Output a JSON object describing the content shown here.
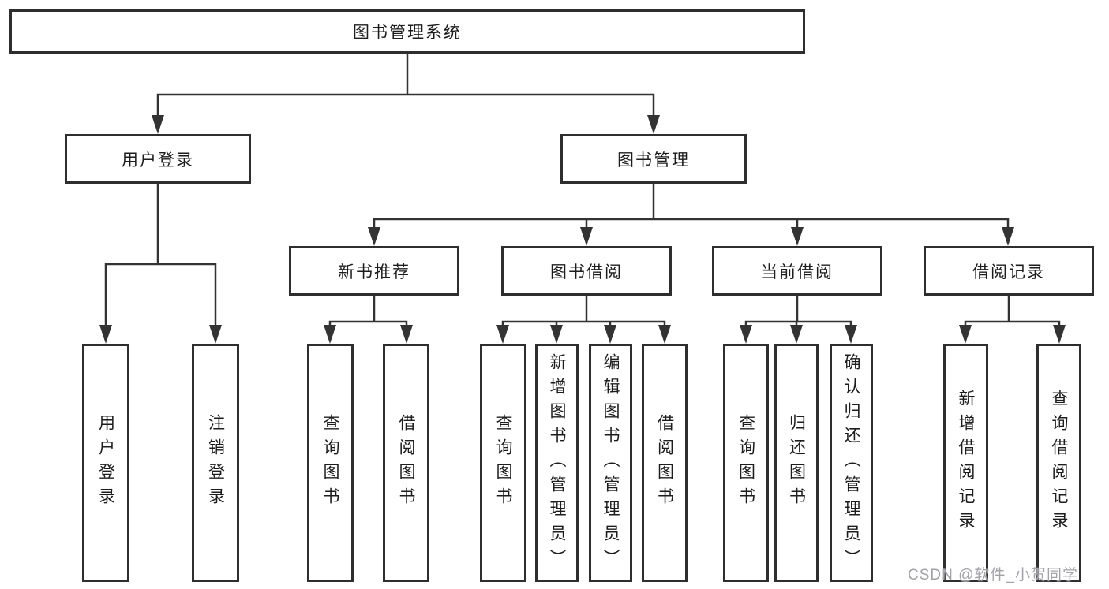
{
  "root_label": "图书管理系统",
  "branches": {
    "user_login": {
      "label": "用户登录",
      "children": [
        "用户登录",
        "注销登录"
      ]
    },
    "book_management": {
      "label": "图书管理",
      "sections": [
        {
          "label": "新书推荐",
          "children": [
            "查询图书",
            "借阅图书"
          ]
        },
        {
          "label": "图书借阅",
          "children": [
            "查询图书",
            "新增图书（管理员）",
            "编辑图书（管理员）",
            "借阅图书"
          ]
        },
        {
          "label": "当前借阅",
          "children": [
            "查询图书",
            "归还图书",
            "确认归还（管理员）"
          ]
        },
        {
          "label": "借阅记录",
          "children": [
            "新增借阅记录",
            "查询借阅记录"
          ]
        }
      ]
    }
  },
  "watermark": "CSDN @软件_小贺同学",
  "colors": {
    "box_border": "#2e2e2e",
    "connector_line": "#333333",
    "text": "#1d1d1d",
    "watermark_text": "#a2a2aa",
    "background": "#ffffff"
  }
}
